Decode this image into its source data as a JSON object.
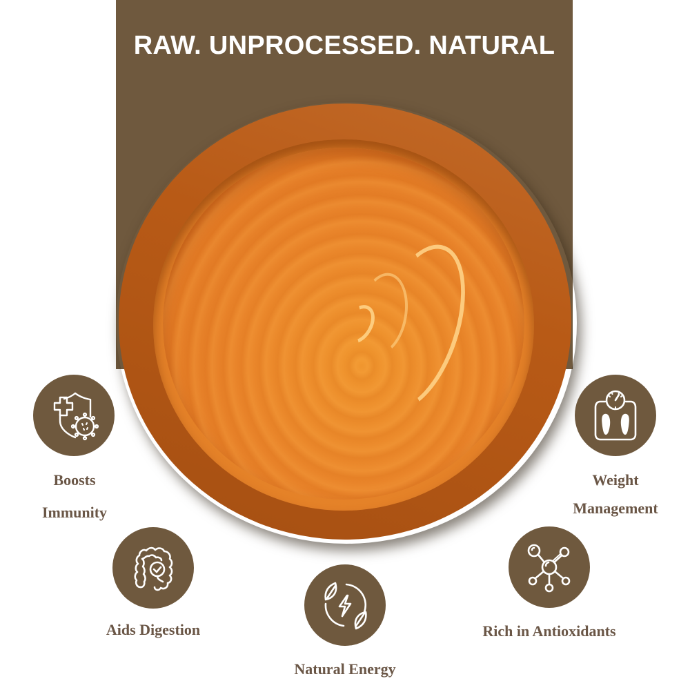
{
  "headline": "RAW. UNPROCESSED. NATURAL",
  "colors": {
    "panel": "#6f593e",
    "label_text": "#6a5646",
    "headline_text": "#ffffff",
    "honey": "#e9842a",
    "bowl_rim": "#b85a16"
  },
  "product_image": {
    "description": "clay bowl of honey, top view"
  },
  "features": [
    {
      "id": "immunity",
      "icon": "shield-virus-icon",
      "line1": "Boosts",
      "line2": "Immunity"
    },
    {
      "id": "weight",
      "icon": "weighing-scale-icon",
      "line1": "Weight",
      "line2": "Management"
    },
    {
      "id": "digestion",
      "icon": "intestine-check-icon",
      "line1": "Aids Digestion"
    },
    {
      "id": "energy",
      "icon": "leaf-energy-icon",
      "line1": "Natural Energy"
    },
    {
      "id": "antioxidants",
      "icon": "molecule-icon",
      "line1": "Rich in Antioxidants"
    }
  ]
}
